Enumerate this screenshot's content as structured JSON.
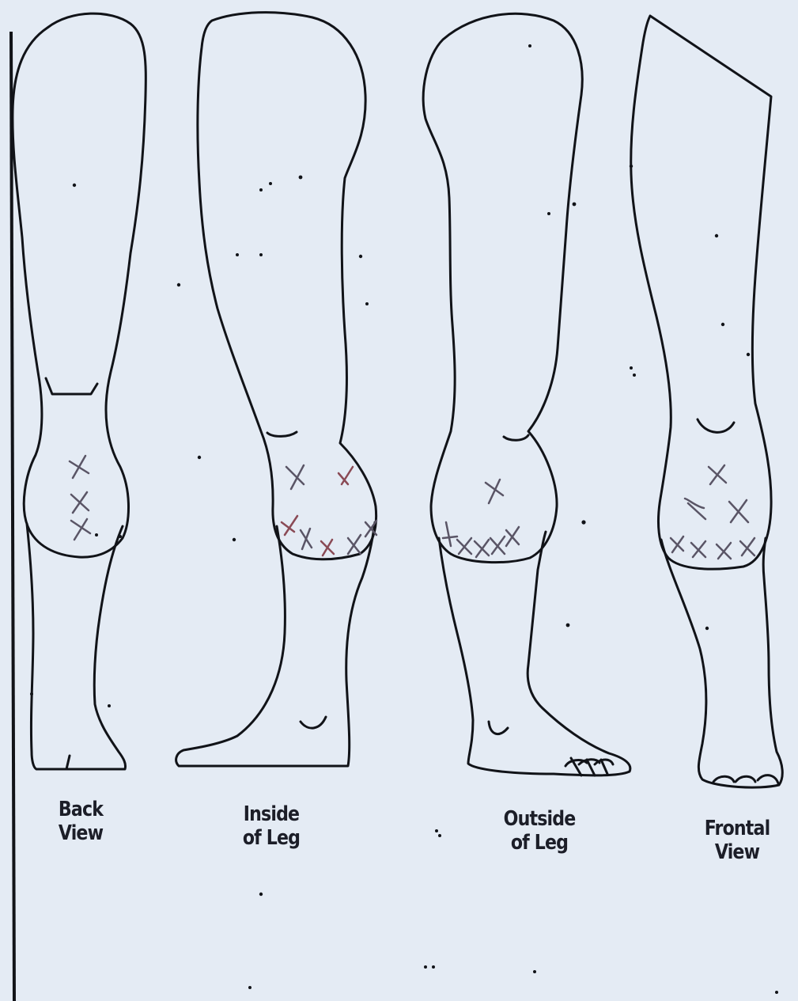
{
  "labels": {
    "back_view": [
      "Back",
      "View"
    ],
    "inside_leg": [
      "Inside",
      "of Leg"
    ],
    "outside_leg": [
      "Outside",
      "of Leg"
    ],
    "frontal_view": [
      "Frontal",
      "View"
    ]
  },
  "colors": {
    "paper": "#e4ebf4",
    "ink": "#111318",
    "pencil_mark": "#5a5566",
    "red_mark": "#8a4a55"
  },
  "icons": [
    "leg-outline-back",
    "leg-outline-inside",
    "leg-outline-outside",
    "leg-outline-front",
    "x-mark"
  ]
}
